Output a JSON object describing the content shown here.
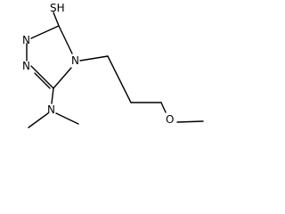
{
  "molecule": {
    "atom_labels": {
      "sh": "SH",
      "n_left_top": "N",
      "n_left_bottom": "N",
      "n_ring": "N",
      "n_amine": "N",
      "o_ether": "O"
    }
  }
}
